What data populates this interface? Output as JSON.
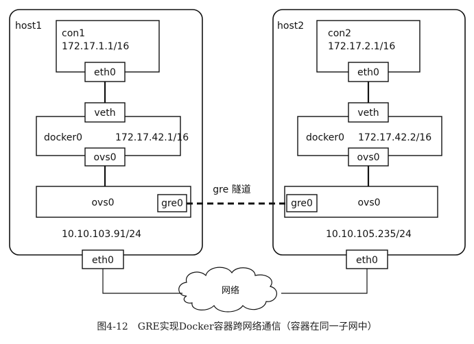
{
  "host1": {
    "name": "host1",
    "container": {
      "name": "con1",
      "ip": "172.17.1.1/16"
    },
    "eth0": "eth0",
    "veth": "veth",
    "bridge": {
      "name": "docker0",
      "ip": "172.17.42.1/16"
    },
    "bridge_port": "ovs0",
    "ovs": "ovs0",
    "gre": "gre0",
    "host_ip": "10.10.103.91/24",
    "nic": "eth0"
  },
  "host2": {
    "name": "host2",
    "container": {
      "name": "con2",
      "ip": "172.17.2.1/16"
    },
    "eth0": "eth0",
    "veth": "veth",
    "bridge": {
      "name": "docker0",
      "ip": "172.17.42.2/16"
    },
    "bridge_port": "ovs0",
    "ovs": "ovs0",
    "gre": "gre0",
    "host_ip": "10.10.105.235/24",
    "nic": "eth0"
  },
  "tunnel_label": "gre 隧道",
  "network_label": "网络",
  "caption": "图4-12　GRE实现Docker容器跨网络通信（容器在同一子网中）"
}
